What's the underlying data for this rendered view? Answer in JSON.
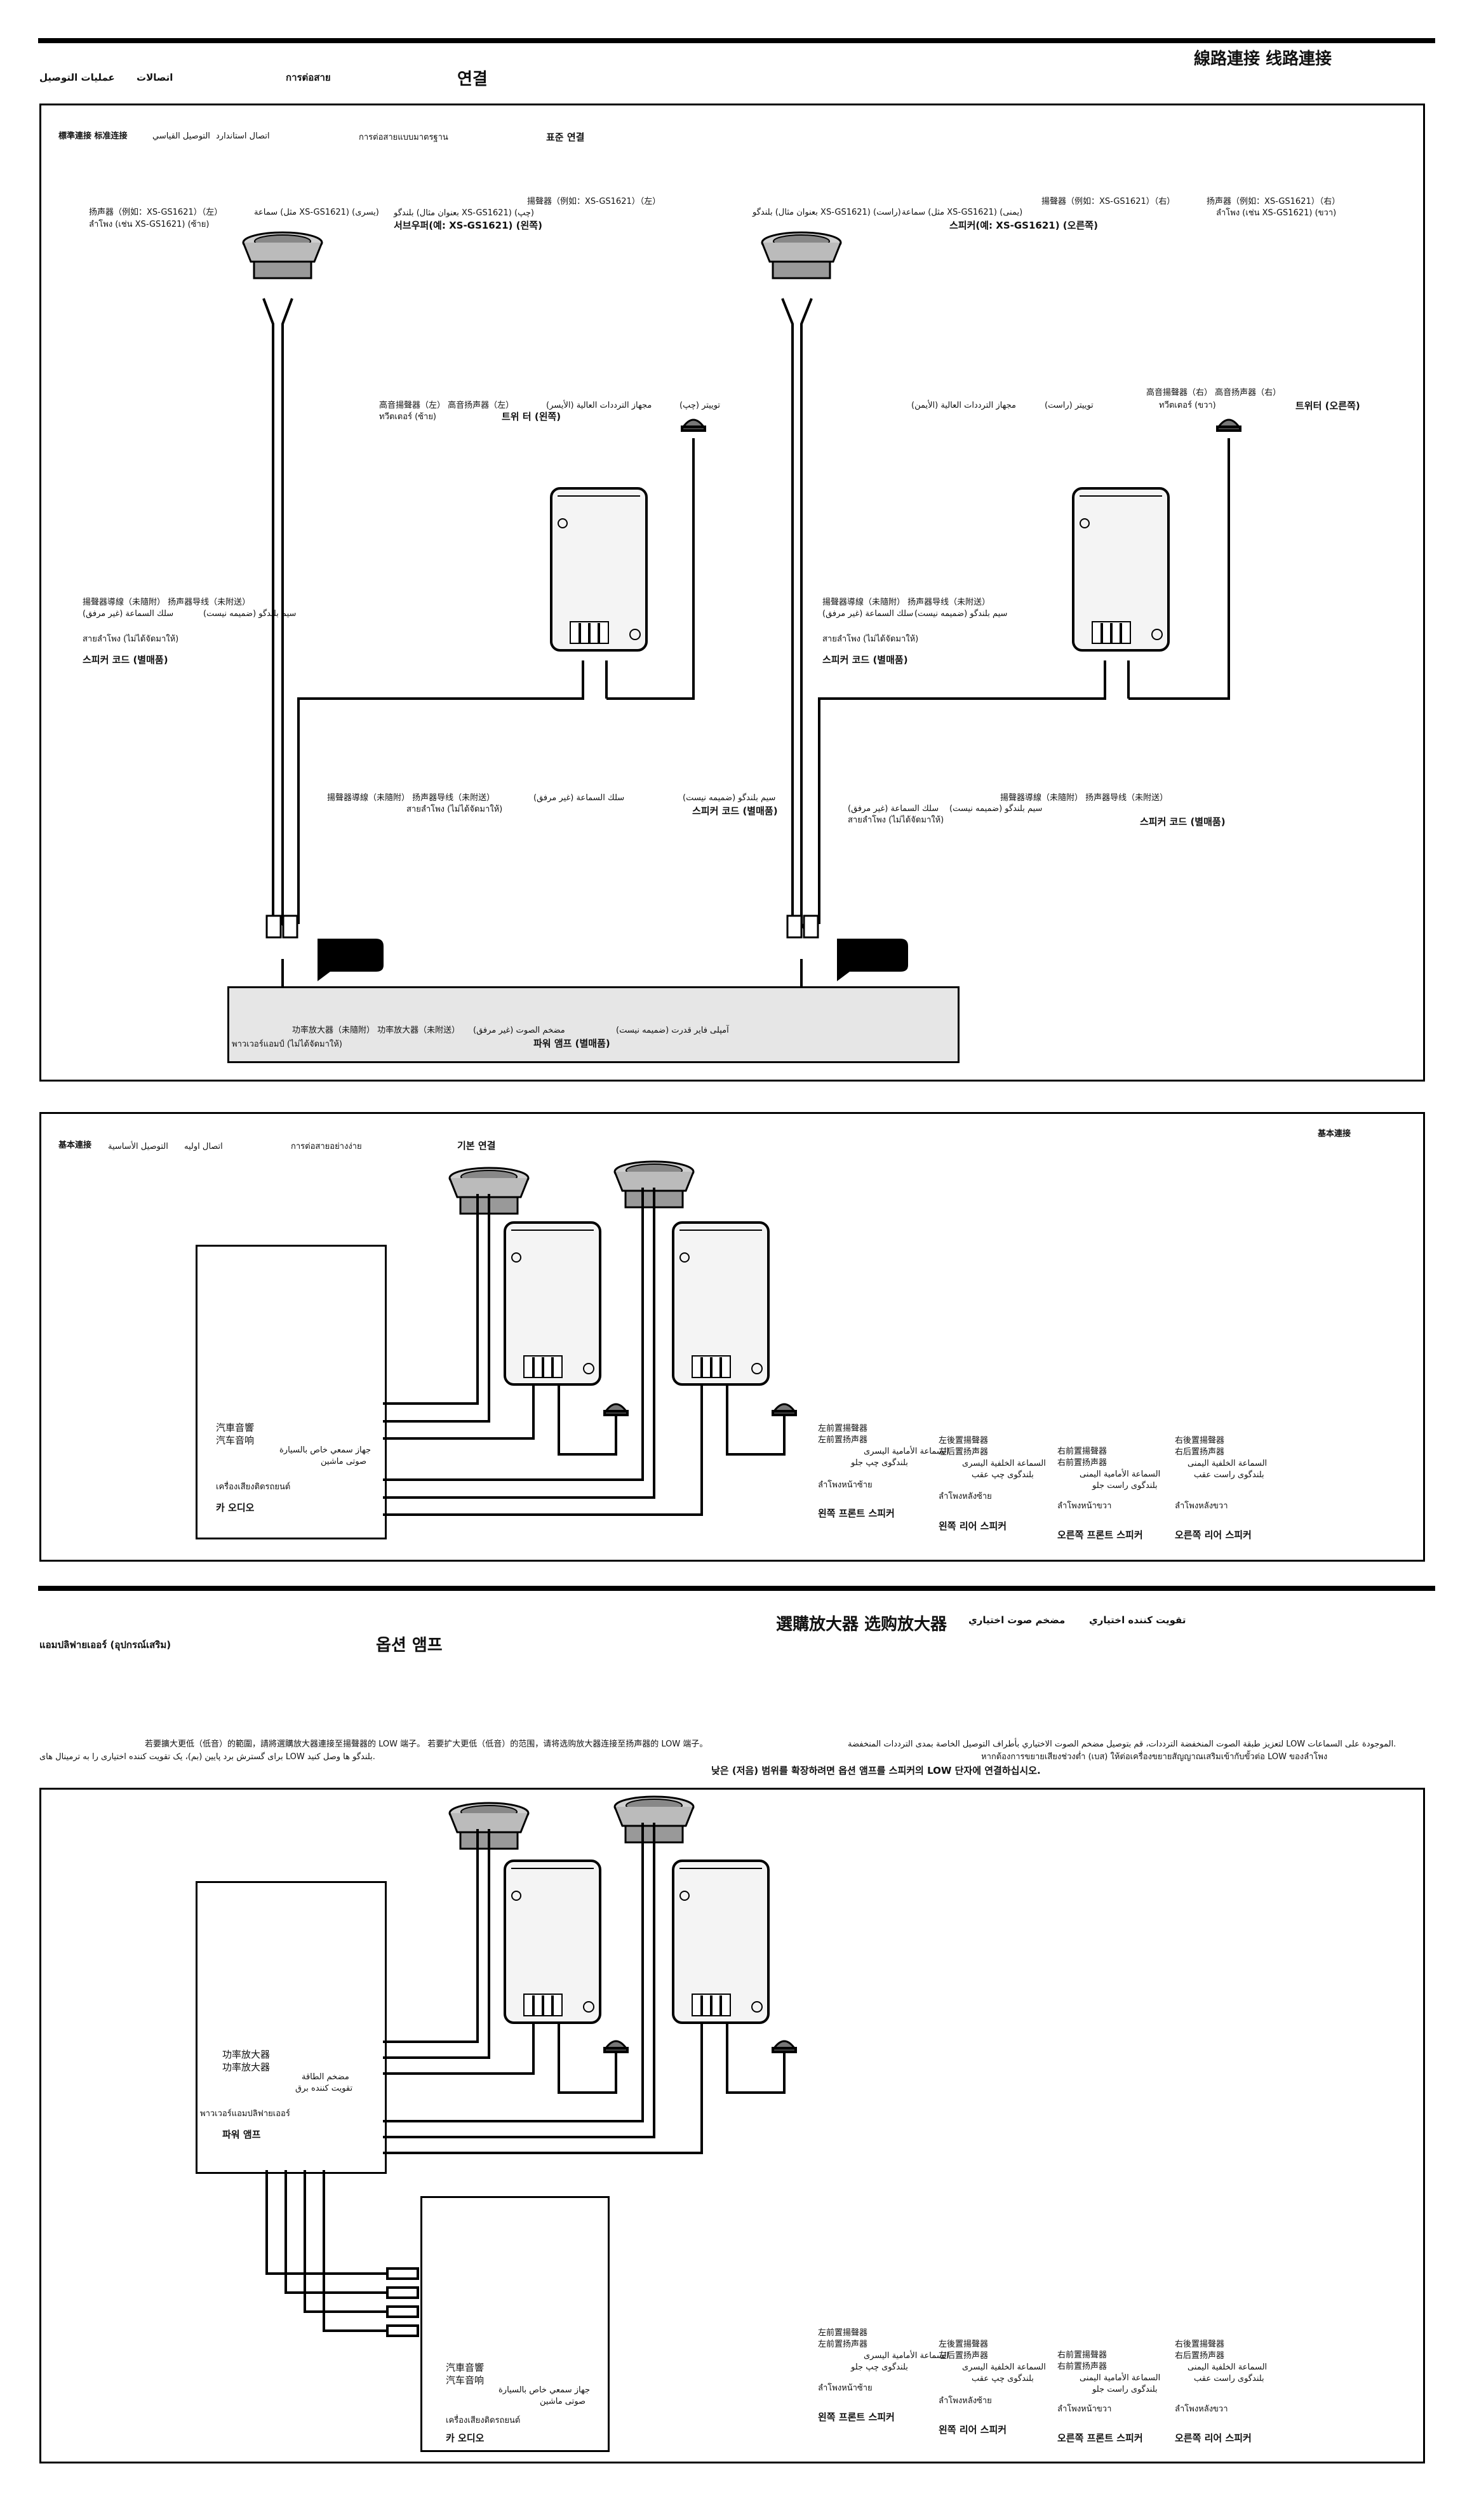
{
  "header": {
    "zh": "線路連接  线路連接",
    "ar_1": "عمليات التوصيل",
    "ar_2": "اتصالات",
    "th": "การต่อสาย",
    "ko": "연결"
  },
  "standard": {
    "title_zh": "標準連接  标准连接",
    "title_ar": "التوصيل القياسي",
    "title_fa": "اتصال استاندارد",
    "title_th": "การต่อสายแบบมาตรฐาน",
    "title_ko": "표준 연결",
    "speaker_left": {
      "zh": "揚聲器（例如：XS-GS1621）（左）",
      "zh2": "扬声器（例如：XS-GS1621）（左）",
      "ar": "سماعة (مثل XS-GS1621) (يسرى)",
      "fa": "بلندگو (بعنوان مثال XS-GS1621) (چپ)",
      "th": "ลำโพง (เช่น XS-GS1621) (ซ้าย)",
      "ko": "서브우퍼(예: XS-GS1621) (왼쪽)"
    },
    "speaker_right": {
      "zh": "揚聲器（例如：XS-GS1621）（右）",
      "zh2": "扬声器（例如：XS-GS1621）（右）",
      "ar": "سماعة (مثل XS-GS1621) (يمنى)",
      "fa": "بلندگو (بعنوان مثال XS-GS1621) (راست)",
      "th": "ลำโพง (เช่น XS-GS1621) (ขวา)",
      "ko": "스피커(예: XS-GS1621) (오른쪽)"
    },
    "tweeter_left": {
      "zh": "高音揚聲器（左）  高音扬声器（左）",
      "ar": "مجهاز الترددات العالية (الأيسر)",
      "fa": "توییتر (چپ)",
      "th": "ทวีตเตอร์ (ซ้าย)",
      "ko": "트위 터 (왼쪽)"
    },
    "tweeter_right": {
      "zh": "高音揚聲器（右）  高音扬声器（右）",
      "ar": "مجهاز الترددات العالية (الأيمن)",
      "fa": "توییتر (راست)",
      "th": "ทวีตเตอร์ (ขวา)",
      "ko": "트위터 (오른쪽)"
    },
    "cord": {
      "zh": "揚聲器導線（未隨附）  扬声器导线（未附送）",
      "ar": "سلك السماعة (غير مرفق)",
      "fa": "سیم بلندگو (ضمیمه نیست)",
      "th": "สายลำโพง (ไม่ได้จัดมาให้)",
      "ko": "스피커 코드 (별매품)"
    },
    "amp": {
      "zh": "功率放大器（未隨附）  功率放大器（未附送）",
      "ar": "مضخم الصوت (غير مرفق)",
      "fa": "آمپلی فایر قدرت (ضمیمه نیست)",
      "th": "พาวเวอร์แอมป์ (ไม่ได้จัดมาให้)",
      "ko": "파워 앰프 (별매품)"
    }
  },
  "basic": {
    "title_zh": "基本連接",
    "title_ar": "التوصيل الأساسية",
    "title_fa": "اتصال اولیه",
    "title_th": "การต่อสายอย่างง่าย",
    "title_ko": "기본 연결",
    "title_zh_right": "基本連接",
    "car_audio": {
      "zh": "汽車音響",
      "zh2": "汽车音响",
      "ar": "جهاز سمعي خاص بالسيارة",
      "fa": "صوتی ماشین",
      "th": "เครื่องเสียงติดรถยนต์",
      "ko": "카 오디오"
    }
  },
  "outputs": [
    {
      "zh": "左前置揚聲器",
      "zh2": "左前置扬声器",
      "ar": "السماعة الأمامية اليسرى",
      "fa": "بلندگوی چپ جلو",
      "th": "ลำโพงหน้าซ้าย",
      "ko": "왼쪽 프론트 스피커"
    },
    {
      "zh": "左後置揚聲器",
      "zh2": "左后置扬声器",
      "ar": "السماعة الخلفية اليسرى",
      "fa": "بلندگوی چپ عقب",
      "th": "ลำโพงหลังซ้าย",
      "ko": "왼쪽 리어 스피커"
    },
    {
      "zh": "右前置揚聲器",
      "zh2": "右前置扬声器",
      "ar": "السماعة الأمامية اليمنى",
      "fa": "بلندگوی راست جلو",
      "th": "ลำโพงหน้าขวา",
      "ko": "오른쪽 프론트 스피커"
    },
    {
      "zh": "右後置揚聲器",
      "zh2": "右后置扬声器",
      "ar": "السماعة الخلفية اليمنى",
      "fa": "بلندگوی راست عقب",
      "th": "ลำโพงหลังขวา",
      "ko": "오른쪽 리어 스피커"
    }
  ],
  "optional": {
    "th": "แอมปลิฟายเออร์ (อุปกรณ์เสริม)",
    "ko": "옵션 앰프",
    "zh": "選購放大器  选购放大器",
    "ar": "مضخم صوت اختياري",
    "fa": "تقويت كننده اختياري",
    "note_zh": "若要擴大更低（低音）的範圍，請將選購放大器連接至揚聲器的 LOW 端子。 若要扩大更低（低音）的范围，请将选购放大器连接至扬声器的 LOW 端子。",
    "note_ar": "لتعزيز طبقة الصوت المنخفضة الترددات، قم بتوصيل مضخم الصوت الاختياري بأطراف التوصيل الخاصة بمدى الترددات المنخفضة LOW الموجودة على السماعات.",
    "note_fa": "برای گسترش برد پایین (بم)، یک تقویت کننده اختیاری را به ترمینال های LOW بلندگو ها وصل کنید.",
    "note_th": "หากต้องการขยายเสียงช่วงต่ำ (เบส) ให้ต่อเครื่องขยายสัญญาณเสริมเข้ากับขั้วต่อ LOW ของลำโพง",
    "note_ko": "낮은 (저음) 범위를 확장하려면 옵션 앰프를 스피커의 LOW 단자에 연결하십시오.",
    "power_amp": {
      "zh": "功率放大器",
      "zh2": "功率放大器",
      "ar": "مضخم الطاقة",
      "fa": "تقويت كننده برق",
      "th": "พาวเวอร์แอมปลิฟายเออร์",
      "ko": "파워 앰프"
    }
  },
  "colors": {
    "line": "#000000",
    "amp_fill": "#e6e6e6",
    "bg": "#ffffff"
  },
  "icons": [
    "speaker-icon",
    "crossover-box-icon",
    "tweeter-icon",
    "rca-plug-icon",
    "callout-icon"
  ]
}
